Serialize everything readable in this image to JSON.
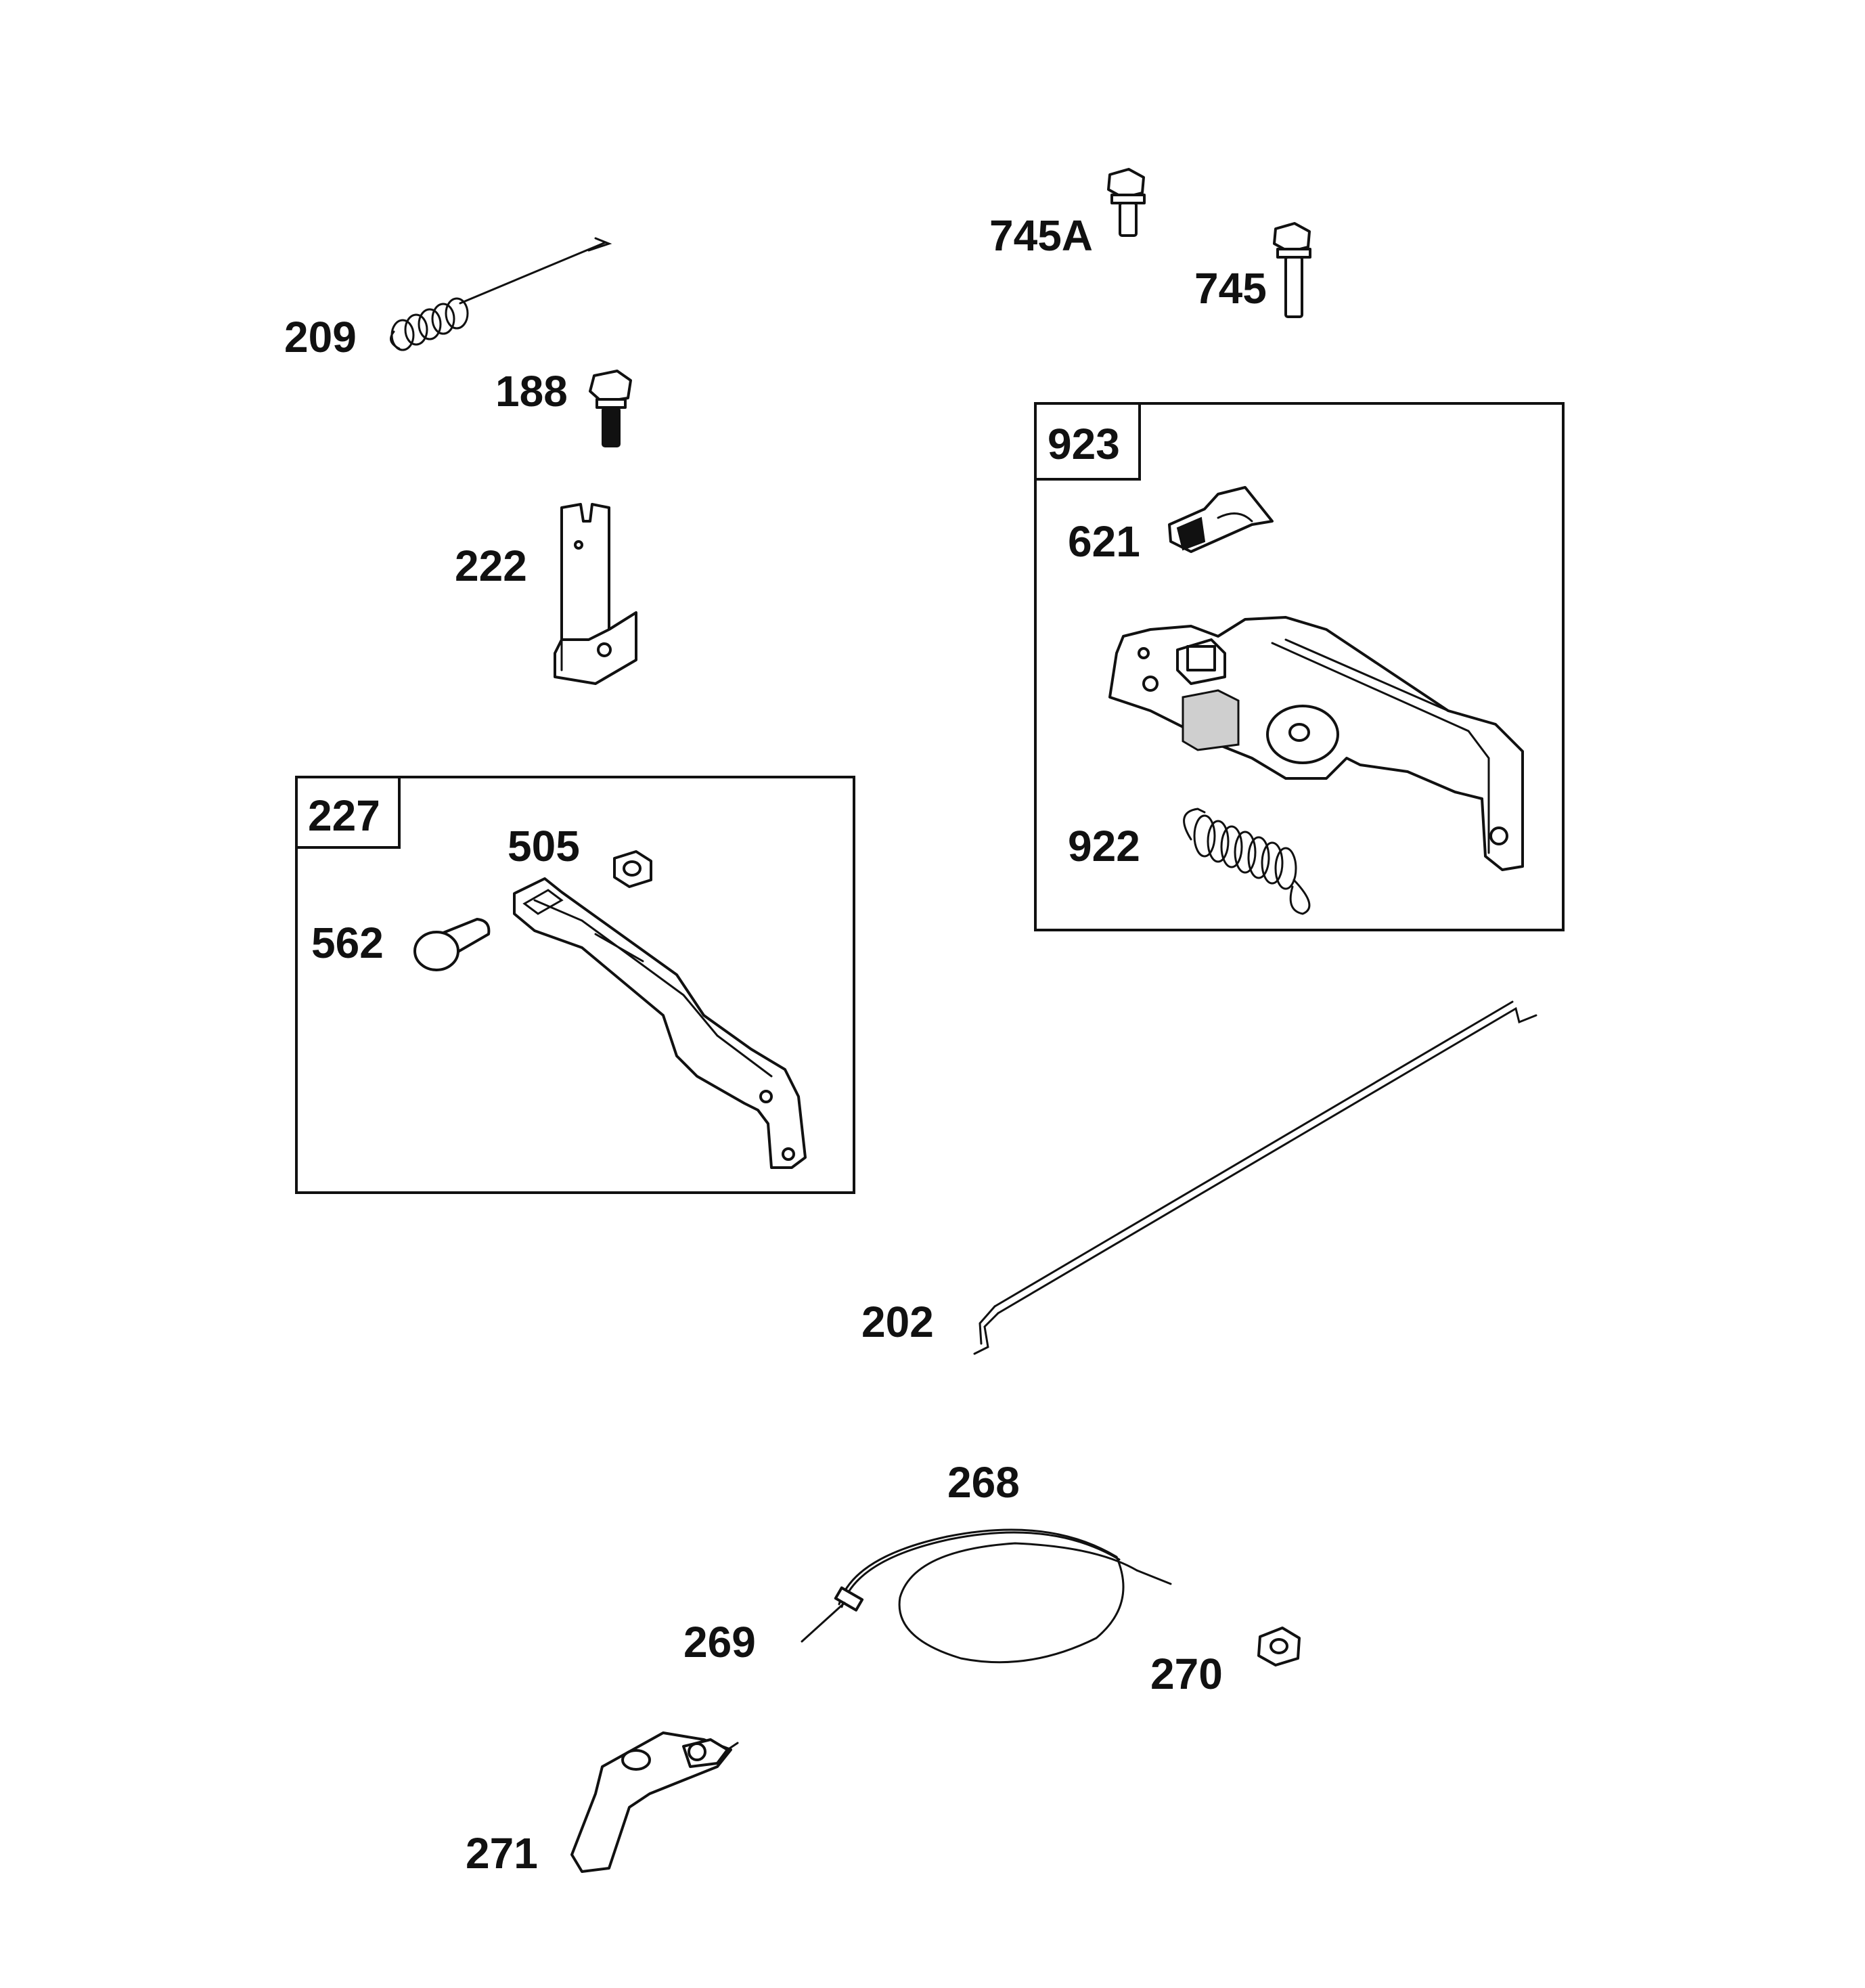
{
  "callouts": {
    "p209": "209",
    "p188": "188",
    "p222": "222",
    "p227": "227",
    "p505": "505",
    "p562": "562",
    "p745a": "745A",
    "p745": "745",
    "p923": "923",
    "p621": "621",
    "p922": "922",
    "p202": "202",
    "p268": "268",
    "p269": "269",
    "p270": "270",
    "p271": "271"
  }
}
